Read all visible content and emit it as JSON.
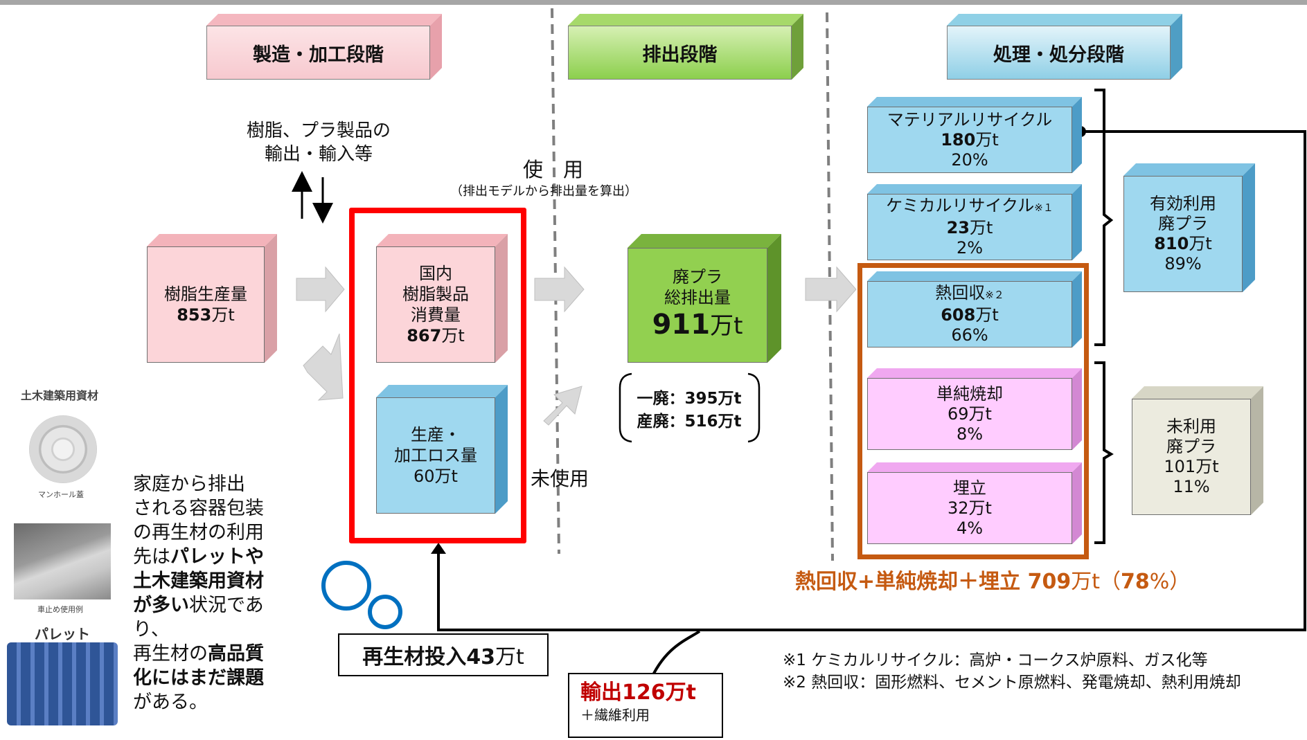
{
  "stages": {
    "manufacturing": "製造・加工段階",
    "discharge": "排出段階",
    "treatment": "処理・処分段階"
  },
  "trade_note": [
    "樹脂、プラ製品の",
    "輸出・輸入等"
  ],
  "use_label": "使　用",
  "use_sub": "（排出モデルから排出量を算出）",
  "unused_label": "未使用",
  "resin_production": {
    "label": "樹脂生産量",
    "value": "853",
    "unit": "万t"
  },
  "domestic_consumption": {
    "l1": "国内",
    "l2": "樹脂製品",
    "l3": "消費量",
    "value": "867",
    "unit": "万t"
  },
  "production_loss": {
    "l1": "生産・",
    "l2": "加工ロス量",
    "value": "60万t"
  },
  "waste_total": {
    "l1": "廃プラ",
    "l2": "総排出量",
    "value": "911",
    "unit": "万t"
  },
  "waste_breakdown": {
    "general": "一廃：395万t",
    "industrial": "産廃：516万t"
  },
  "material_recycle": {
    "label": "マテリアルリサイクル",
    "value": "180",
    "unit": "万t",
    "pct": "20%"
  },
  "chemical_recycle": {
    "label": "ケミカルリサイクル",
    "mark": "※１",
    "value": "23",
    "unit": "万t",
    "pct": "2%"
  },
  "heat_recovery": {
    "label": "熱回収",
    "mark": "※２",
    "value": "608",
    "unit": "万t",
    "pct": "66%"
  },
  "incineration": {
    "label": "単純焼却",
    "value": "69万t",
    "pct": "8%"
  },
  "landfill": {
    "label": "埋立",
    "value": "32万t",
    "pct": "4%"
  },
  "effective_use": {
    "l1": "有効利用",
    "l2": "廃プラ",
    "value": "810",
    "unit": "万t",
    "pct": "89%"
  },
  "unused_waste": {
    "l1": "未利用",
    "l2": "廃プラ",
    "value": "101万t",
    "pct": "11%"
  },
  "orange_summary": {
    "a": "熱回収+単純焼却＋埋立 ",
    "b": "709",
    "c": "万t（",
    "d": "78",
    "e": "%）"
  },
  "recycled_input": {
    "a": "再生材投入43",
    "b": "万t"
  },
  "export": {
    "value": "輸出126万t",
    "sub": "＋繊維利用"
  },
  "footnotes": [
    "※1 ケミカルリサイクル：高炉・コークス炉原料、ガス化等",
    "※2 熱回収：固形燃料、セメント原燃料、発電焼却、熱利用焼却"
  ],
  "side_images": {
    "civil_label": "土木建築用資材",
    "manhole_caption": "マンホール蓋",
    "stopper_caption": "車止め使用例",
    "pallet_label": "パレット"
  },
  "side_text": [
    {
      "t": "家庭から排出",
      "bold": false
    },
    {
      "t": "される容器包装",
      "bold": false
    },
    {
      "t": "の再生材の利用",
      "bold": false
    }
  ],
  "side_text_rich": {
    "l4a": "先は",
    "l4b": "パレットや",
    "l5": "土木建築用資材",
    "l6a": "が多い",
    "l6b": "状況であ",
    "l7": "り、",
    "l8a": "再生材の",
    "l8b": "高品質",
    "l9": "化にはまだ課題",
    "l10": "がある。"
  },
  "colors": {
    "orange": "#c55a11",
    "red": "#ff0000",
    "dark_red": "#c00000",
    "circle_blue": "#0070c0"
  }
}
